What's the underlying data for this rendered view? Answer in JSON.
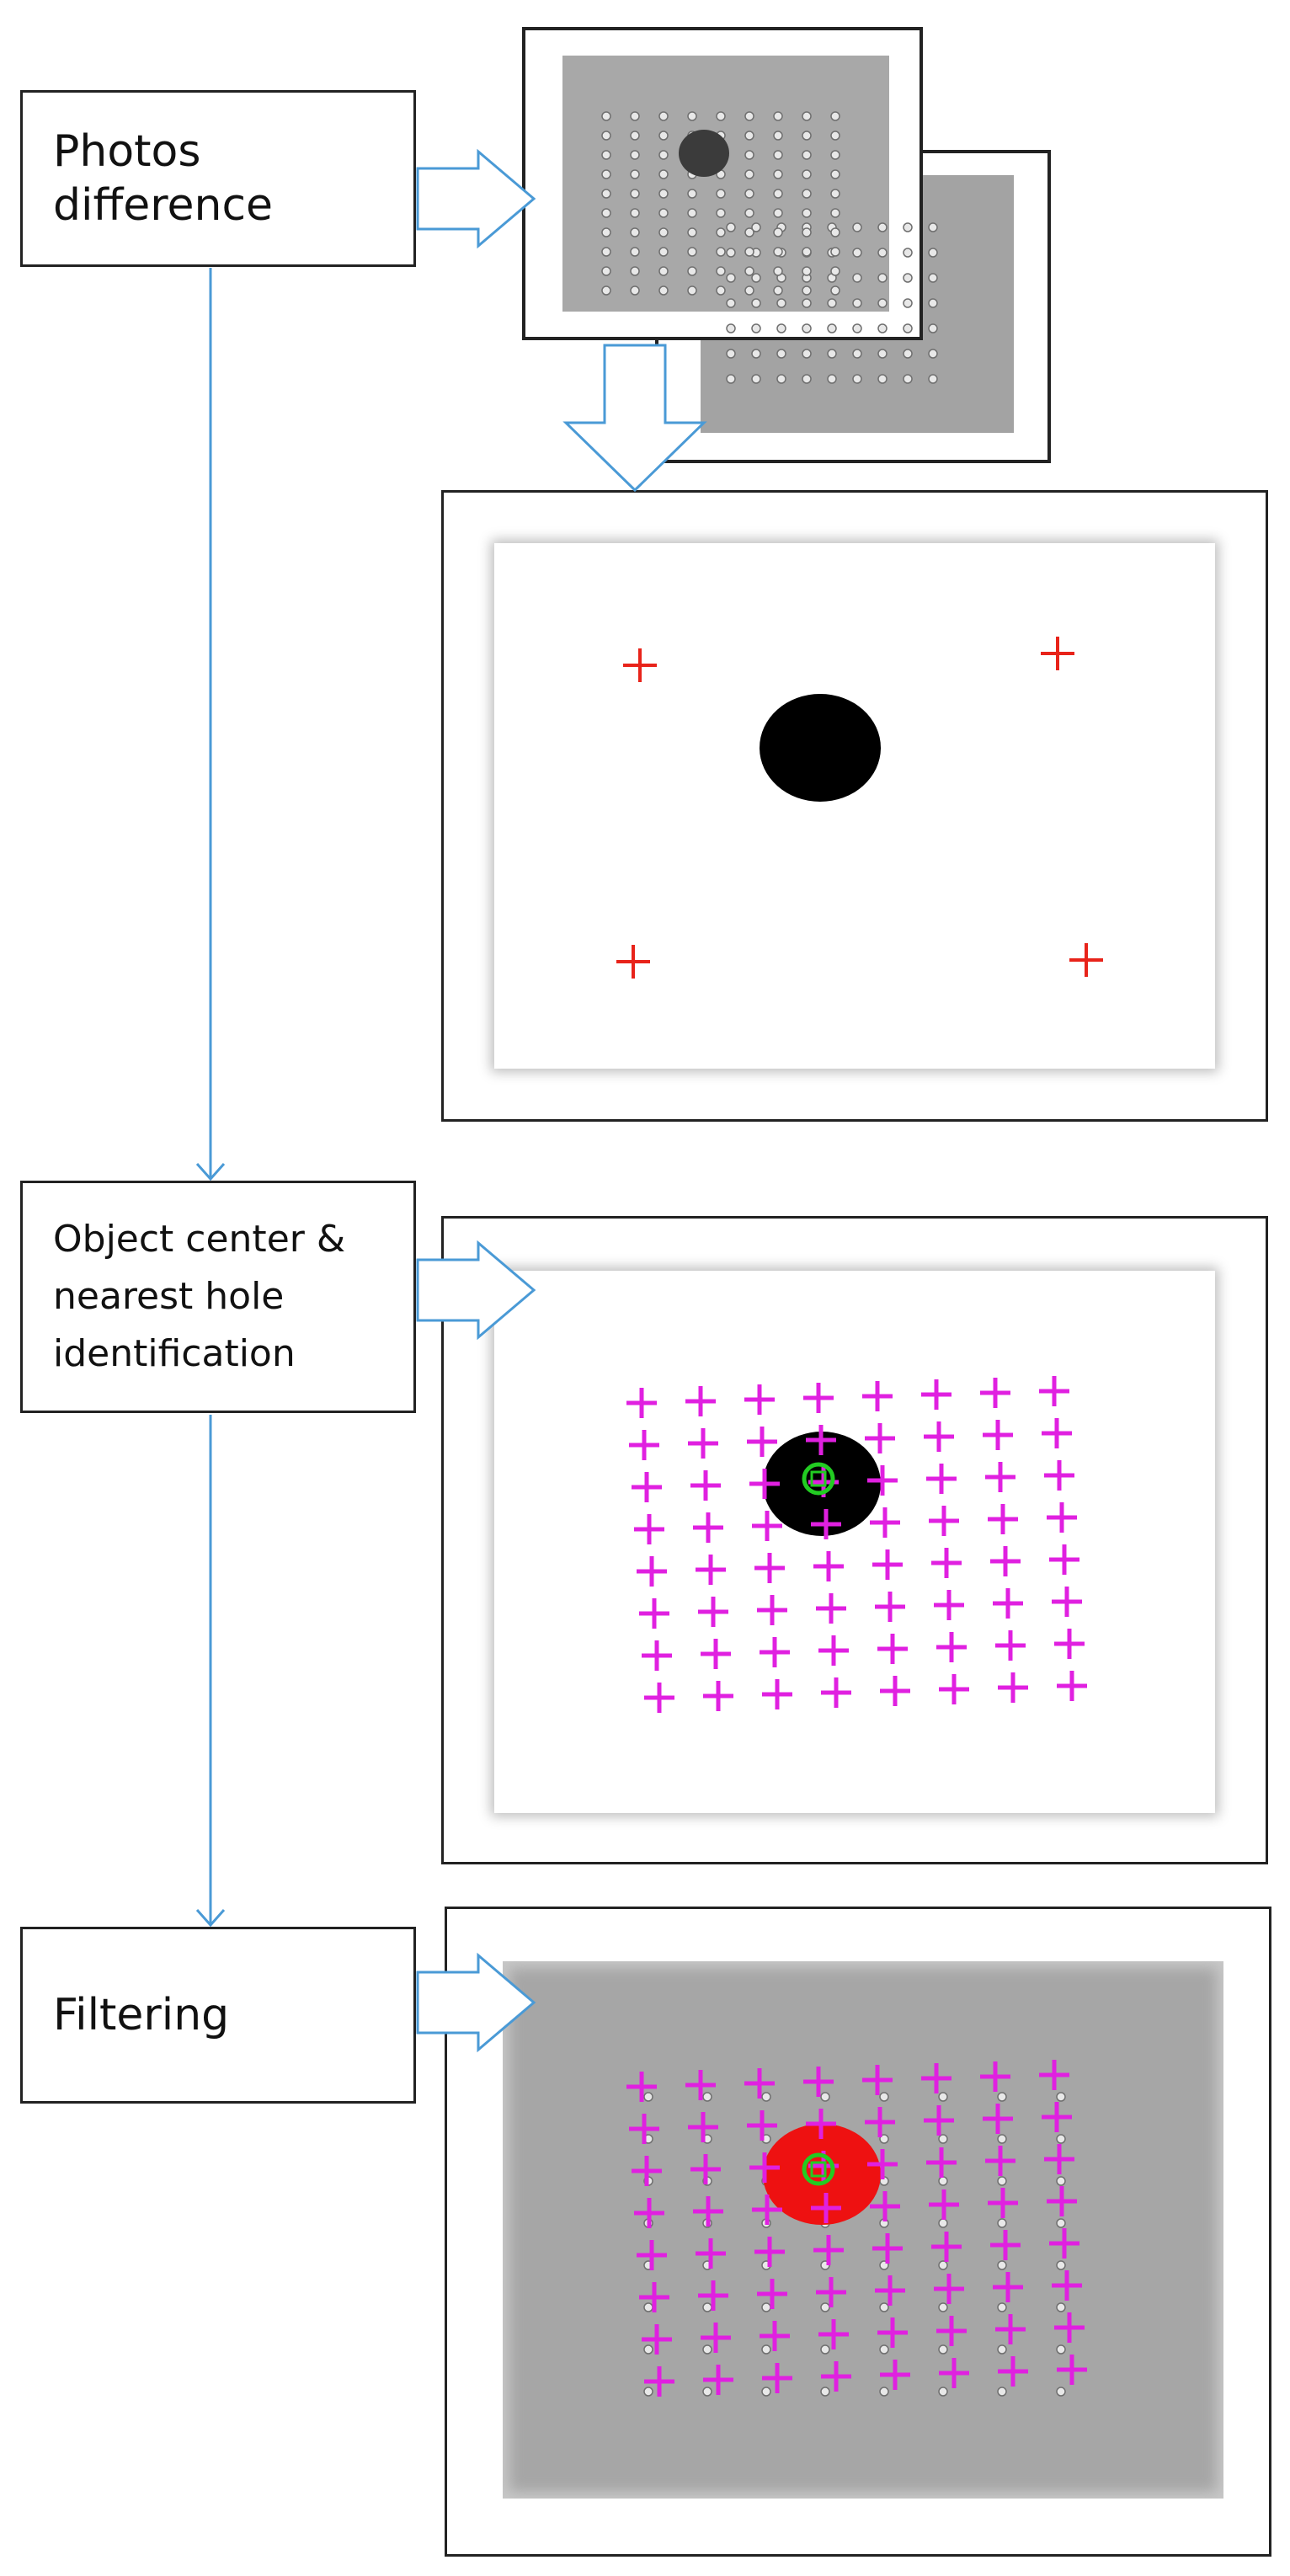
{
  "diagram": {
    "steps": [
      {
        "id": "photos-difference",
        "lines": [
          "Photos",
          "difference"
        ]
      },
      {
        "id": "object-center",
        "lines": [
          "Object center &",
          "nearest  hole",
          "identification"
        ]
      },
      {
        "id": "filtering",
        "lines": [
          "Filtering"
        ]
      }
    ],
    "colors": {
      "connector": "#4a9ad6",
      "outline": "#222222",
      "marker_corner": "#e8231a",
      "marker_grid": "#e020e0",
      "object_center": "#22cc22",
      "object_dark": "#000000",
      "object_filtered": "#ee1111",
      "photo_gray": "#a8a8a8"
    },
    "grid": {
      "rows": 8,
      "cols": 8
    }
  }
}
